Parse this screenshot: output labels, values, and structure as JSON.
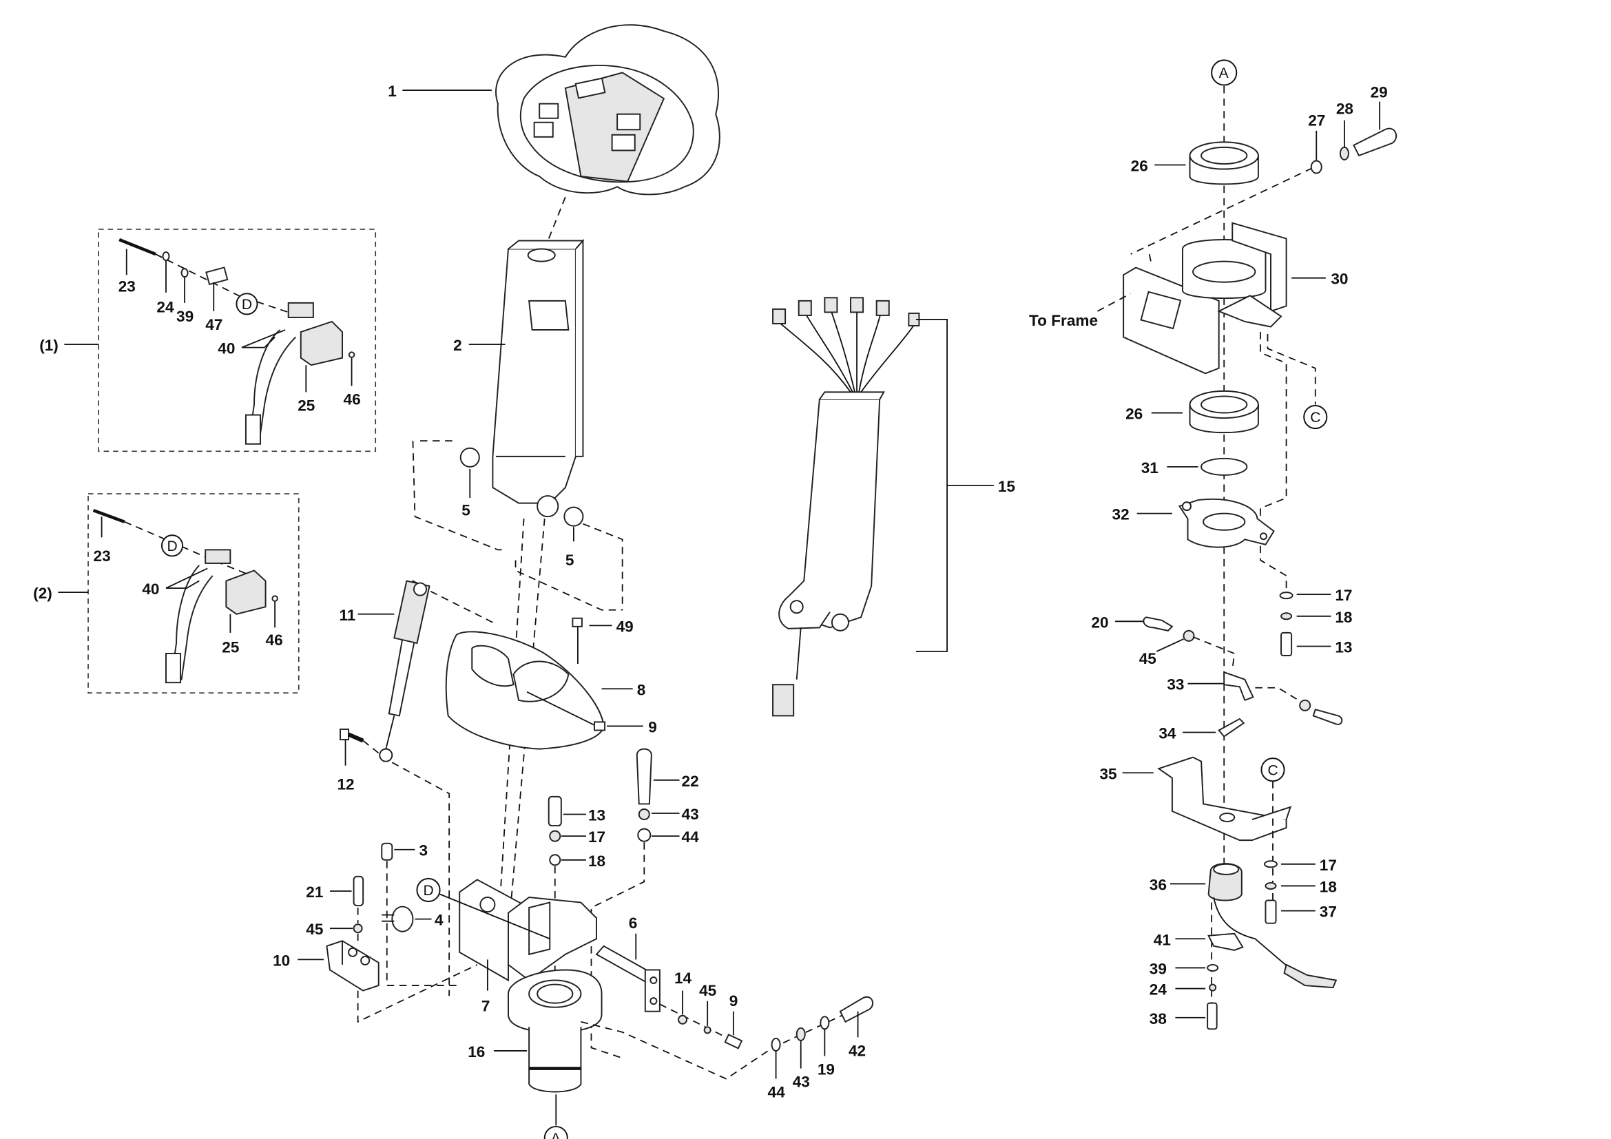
{
  "diagram": {
    "type": "exploded-parts-diagram",
    "subject": "steering tiller / control handle assembly",
    "part_labels": {
      "p1": "1",
      "p2": "2",
      "p3": "3",
      "p4": "4",
      "p5a": "5",
      "p5b": "5",
      "p6": "6",
      "p7": "7",
      "p8": "8",
      "p9a": "9",
      "p9b": "9",
      "p10": "10",
      "p11": "11",
      "p12": "12",
      "p13a": "13",
      "p13b": "13",
      "p14": "14",
      "p15": "15",
      "p16": "16",
      "p17a": "17",
      "p17b": "17",
      "p17c": "17",
      "p18a": "18",
      "p18b": "18",
      "p18c": "18",
      "p19": "19",
      "p20": "20",
      "p21": "21",
      "p22": "22",
      "p23a": "23",
      "p23b": "23",
      "p24a": "24",
      "p24b": "24",
      "p25a": "25",
      "p25b": "25",
      "p26a": "26",
      "p26b": "26",
      "p27": "27",
      "p28": "28",
      "p29": "29",
      "p30": "30",
      "p31": "31",
      "p32": "32",
      "p33": "33",
      "p34": "34",
      "p35": "35",
      "p36": "36",
      "p37": "37",
      "p38": "38",
      "p39a": "39",
      "p39b": "39",
      "p40a": "40",
      "p40b": "40",
      "p41": "41",
      "p42": "42",
      "p43a": "43",
      "p43b": "43",
      "p44a": "44",
      "p44b": "44",
      "p45a": "45",
      "p45b": "45",
      "p45c": "45",
      "p46a": "46",
      "p46b": "46",
      "p47": "47",
      "p49": "49"
    },
    "variant_labels": {
      "v1": "(1)",
      "v2": "(2)"
    },
    "reference_callouts": {
      "a_top": "A",
      "a_bottom": "A",
      "c_top": "C",
      "c_bottom": "C",
      "d_box1": "D",
      "d_box2": "D",
      "d_main": "D"
    },
    "annotations": {
      "to_frame": "To Frame"
    }
  }
}
